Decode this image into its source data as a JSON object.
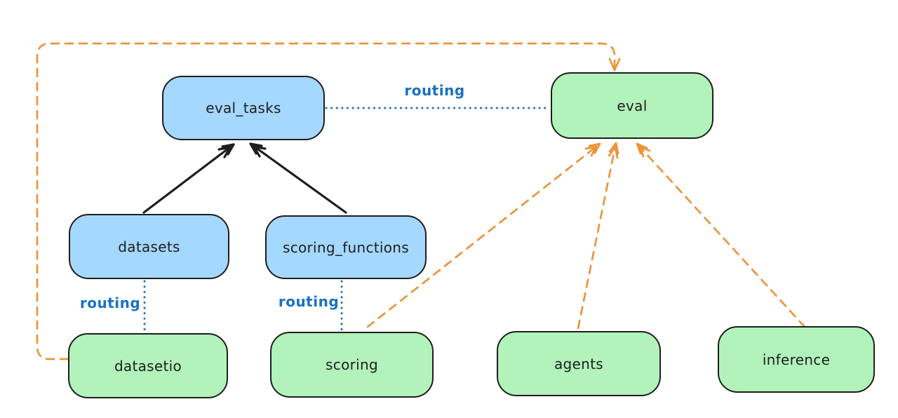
{
  "colors": {
    "ink": "#1e1e1e",
    "blue-fill": "#a5d8ff",
    "green-fill": "#b2f2bb",
    "blue-line": "#1971c2",
    "orange-line": "#ec9439",
    "bg": "#ffffff"
  },
  "diagram": {
    "nodes": {
      "eval_tasks": {
        "label": "eval_tasks",
        "color": "blue"
      },
      "eval": {
        "label": "eval",
        "color": "green"
      },
      "datasets": {
        "label": "datasets",
        "color": "blue"
      },
      "scoring_functions": {
        "label": "scoring_functions",
        "color": "blue"
      },
      "datasetio": {
        "label": "datasetio",
        "color": "green"
      },
      "scoring": {
        "label": "scoring",
        "color": "green"
      },
      "agents": {
        "label": "agents",
        "color": "green"
      },
      "inference": {
        "label": "inference",
        "color": "green"
      }
    },
    "edges": [
      {
        "from": "datasets",
        "to": "eval_tasks",
        "style": "solid-black-arrow"
      },
      {
        "from": "scoring_functions",
        "to": "eval_tasks",
        "style": "solid-black-arrow"
      },
      {
        "from": "eval_tasks",
        "to": "eval",
        "style": "dotted-blue",
        "label": "routing"
      },
      {
        "from": "datasets",
        "to": "datasetio",
        "style": "dotted-blue",
        "label": "routing"
      },
      {
        "from": "scoring_functions",
        "to": "scoring",
        "style": "dotted-blue",
        "label": "routing"
      },
      {
        "from": "datasetio",
        "to": "eval",
        "style": "dashed-orange-arrow"
      },
      {
        "from": "scoring",
        "to": "eval",
        "style": "dashed-orange-arrow"
      },
      {
        "from": "agents",
        "to": "eval",
        "style": "dashed-orange-arrow"
      },
      {
        "from": "inference",
        "to": "eval",
        "style": "dashed-orange-arrow"
      }
    ]
  }
}
